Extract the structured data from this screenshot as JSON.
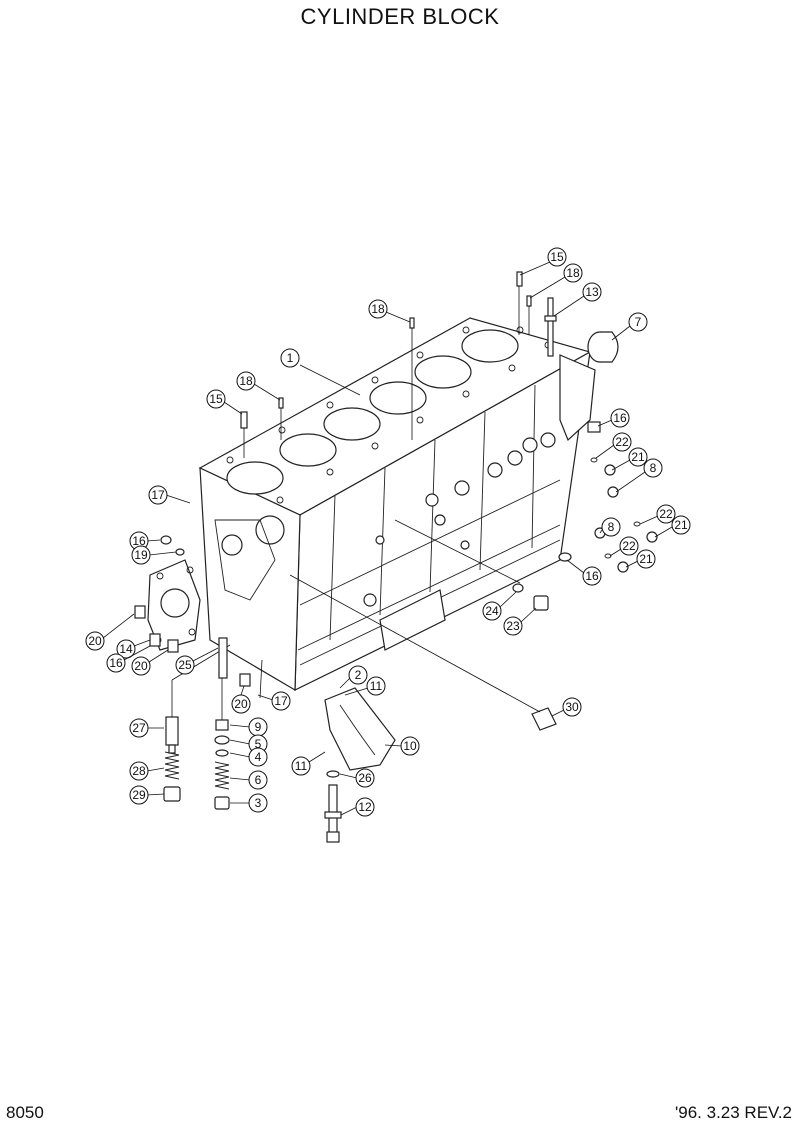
{
  "title": "CYLINDER BLOCK",
  "footer": {
    "page_code": "8050",
    "date_revision": "'96. 3.23  REV.2"
  },
  "callouts": [
    {
      "label": "15"
    },
    {
      "label": "18"
    },
    {
      "label": "13"
    },
    {
      "label": "18"
    },
    {
      "label": "7"
    },
    {
      "label": "1"
    },
    {
      "label": "18"
    },
    {
      "label": "15"
    },
    {
      "label": "16"
    },
    {
      "label": "22"
    },
    {
      "label": "21"
    },
    {
      "label": "8"
    },
    {
      "label": "17"
    },
    {
      "label": "22"
    },
    {
      "label": "21"
    },
    {
      "label": "8"
    },
    {
      "label": "22"
    },
    {
      "label": "21"
    },
    {
      "label": "16"
    },
    {
      "label": "16"
    },
    {
      "label": "19"
    },
    {
      "label": "24"
    },
    {
      "label": "23"
    },
    {
      "label": "20"
    },
    {
      "label": "14"
    },
    {
      "label": "16"
    },
    {
      "label": "20"
    },
    {
      "label": "25"
    },
    {
      "label": "20"
    },
    {
      "label": "2"
    },
    {
      "label": "11"
    },
    {
      "label": "17"
    },
    {
      "label": "30"
    },
    {
      "label": "27"
    },
    {
      "label": "9"
    },
    {
      "label": "5"
    },
    {
      "label": "4"
    },
    {
      "label": "10"
    },
    {
      "label": "11"
    },
    {
      "label": "28"
    },
    {
      "label": "6"
    },
    {
      "label": "26"
    },
    {
      "label": "29"
    },
    {
      "label": "3"
    },
    {
      "label": "12"
    }
  ]
}
